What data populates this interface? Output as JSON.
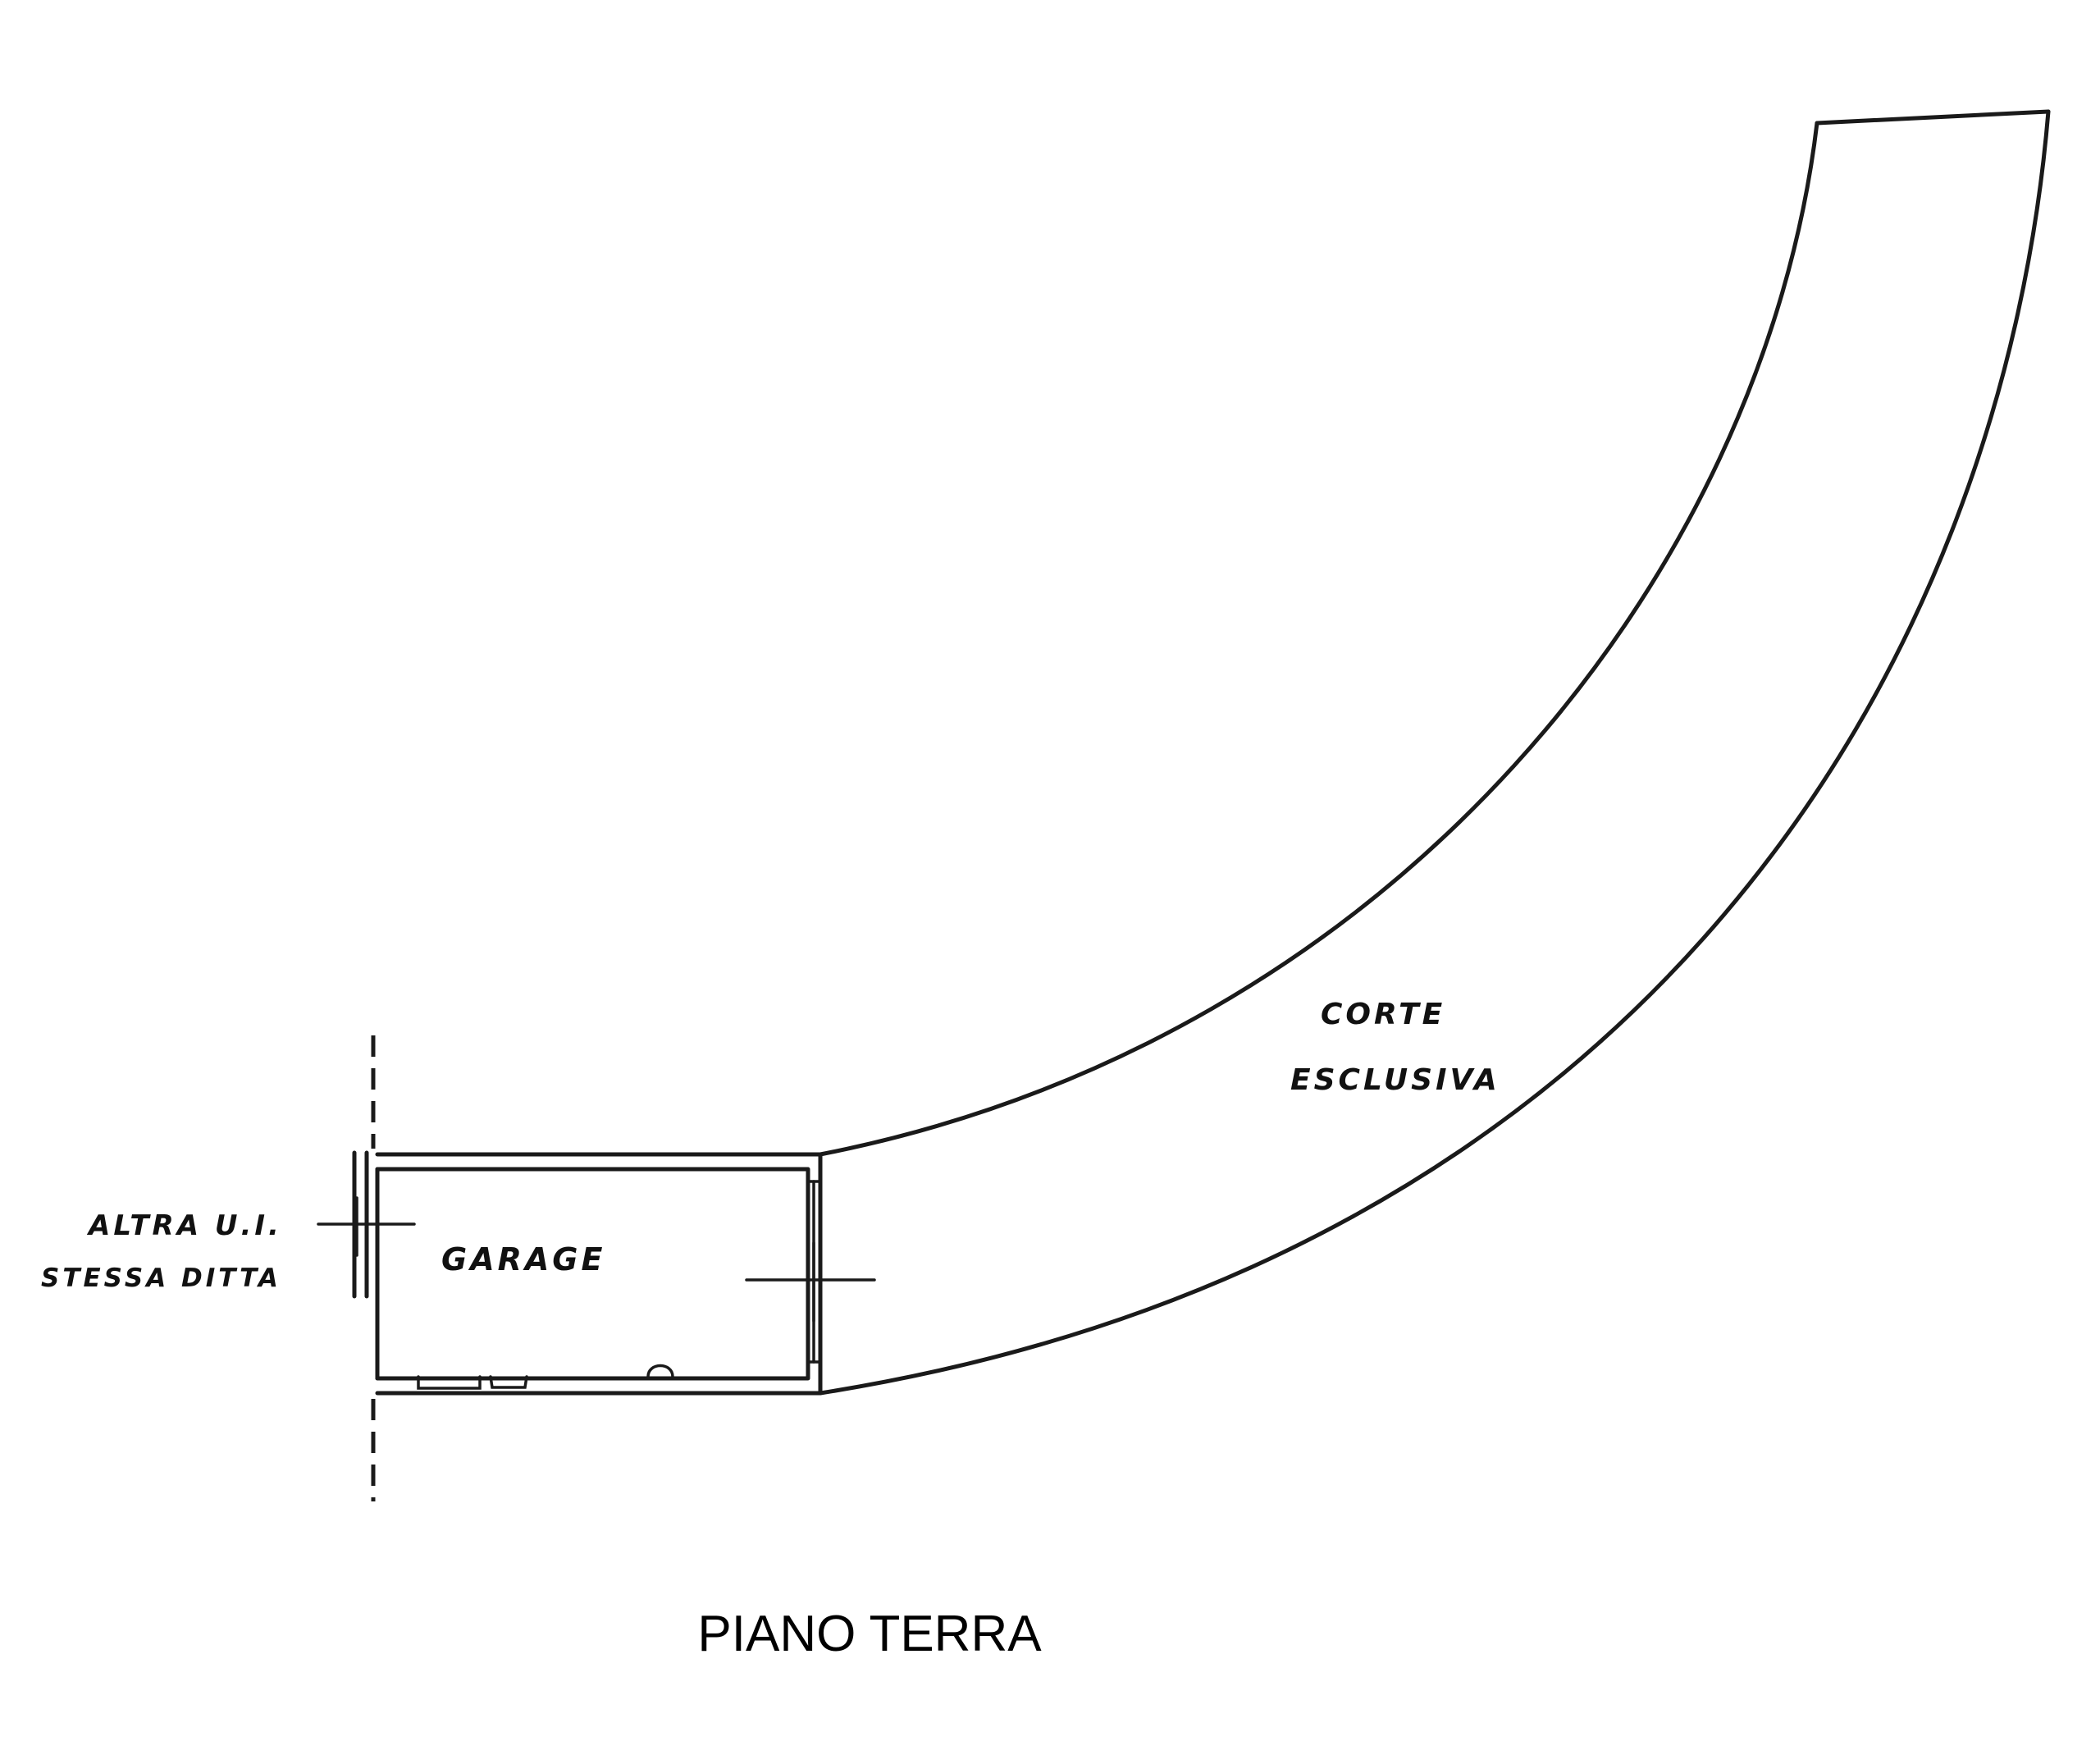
{
  "labels": {
    "corte_line1": "CORTE",
    "corte_line2": "ESCLUSIVA",
    "garage": "GARAGE",
    "altra_line1": "ALTRA U.I.",
    "altra_line2": "STESSA DITTA",
    "floor_caption": "PIANO TERRA"
  },
  "colors": {
    "line": "#1a1a1a",
    "background": "#ffffff"
  }
}
